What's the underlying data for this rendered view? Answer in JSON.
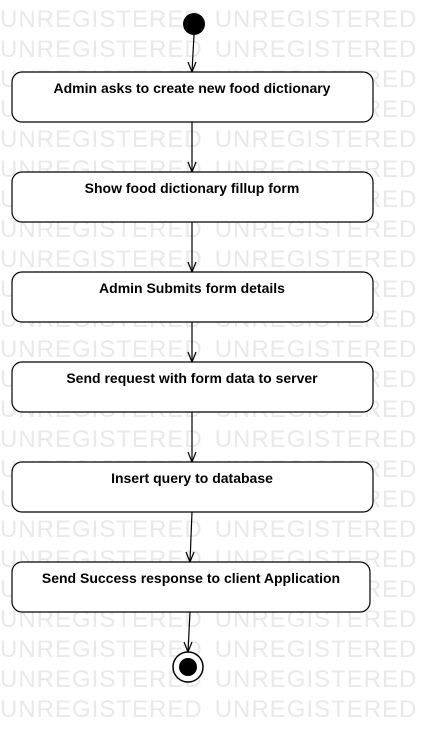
{
  "watermark": {
    "text": "UNREGISTERED"
  },
  "diagram": {
    "type": "activity",
    "steps": [
      {
        "label": "Admin asks to create new food dictionary"
      },
      {
        "label": "Show food dictionary fillup form"
      },
      {
        "label": "Admin Submits form details"
      },
      {
        "label": "Send request with form data to server"
      },
      {
        "label": "Insert query to database"
      },
      {
        "label": "Send Success response to client Application"
      }
    ]
  },
  "colors": {
    "stroke": "#000000",
    "fill": "#ffffff",
    "watermark": "#e9e9e9"
  }
}
